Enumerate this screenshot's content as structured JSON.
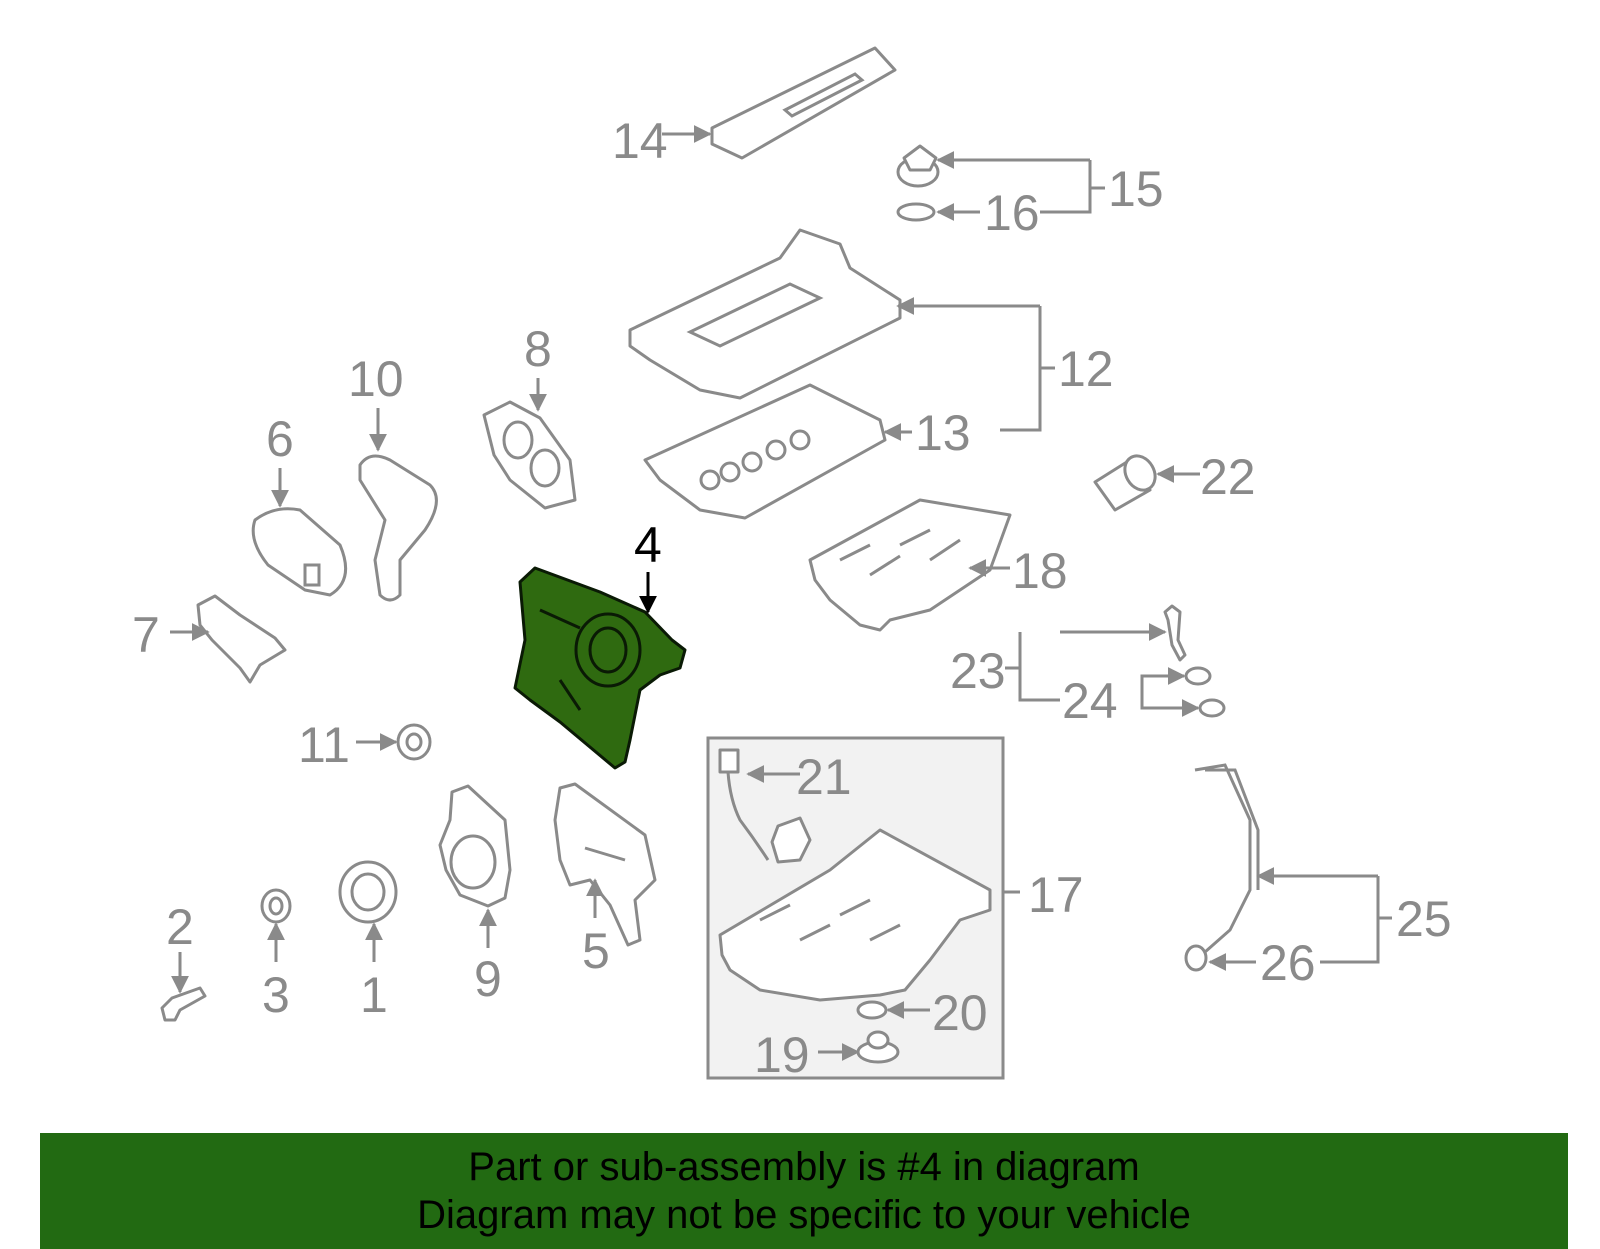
{
  "labels": {
    "p1": "1",
    "p2": "2",
    "p3": "3",
    "p4": "4",
    "p5": "5",
    "p6": "6",
    "p7": "7",
    "p8": "8",
    "p9": "9",
    "p10": "10",
    "p11": "11",
    "p12": "12",
    "p13": "13",
    "p14": "14",
    "p15": "15",
    "p16": "16",
    "p17": "17",
    "p18": "18",
    "p19": "19",
    "p20": "20",
    "p21": "21",
    "p22": "22",
    "p23": "23",
    "p24": "24",
    "p25": "25",
    "p26": "26"
  },
  "highlighted_part": "4",
  "colors": {
    "highlight": "#2f6a10",
    "footer_bg": "#226a12",
    "line": "#8a8a8a"
  },
  "footer": {
    "line1": "Part or sub-assembly is #4 in diagram",
    "line2": "Diagram may not be specific to your vehicle"
  }
}
